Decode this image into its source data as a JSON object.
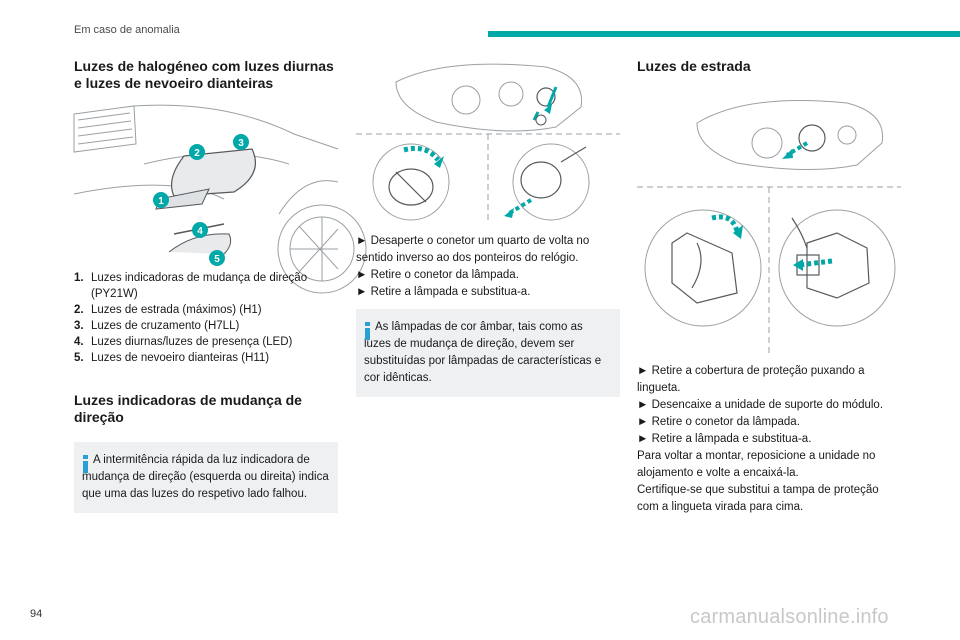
{
  "header": {
    "section_title": "Em caso de anomalia"
  },
  "col1": {
    "heading1": "Luzes de halogéneo com luzes diurnas e luzes de nevoeiro dianteiras",
    "badges": [
      "1",
      "2",
      "3",
      "4",
      "5"
    ],
    "items": [
      {
        "num": "1.",
        "text": "Luzes indicadoras de mudança de direção (PY21W)"
      },
      {
        "num": "2.",
        "text": "Luzes de estrada (máximos) (H1)"
      },
      {
        "num": "3.",
        "text": "Luzes de cruzamento (H7LL)"
      },
      {
        "num": "4.",
        "text": "Luzes diurnas/luzes de presença (LED)"
      },
      {
        "num": "5.",
        "text": "Luzes de nevoeiro dianteiras (H11)"
      }
    ],
    "heading2": "Luzes indicadoras de mudança de direção",
    "note": "A intermitência rápida da luz indicadora de mudança de direção (esquerda ou direita) indica que uma das luzes do respetivo lado falhou."
  },
  "col2": {
    "steps": [
      "► Desaperte o conetor um quarto de volta no sentido inverso ao dos ponteiros do relógio.",
      "► Retire o conetor da lâmpada.",
      "► Retire a lâmpada e substitua-a."
    ],
    "note": "As lâmpadas de cor âmbar, tais como as luzes de mudança de direção, devem ser substituídas por lâmpadas de características e cor idênticas."
  },
  "col3": {
    "heading": "Luzes de estrada",
    "steps": [
      "► Retire a cobertura de proteção puxando a lingueta.",
      "► Desencaixe a unidade de suporte do módulo.",
      "► Retire o conetor da lâmpada.",
      "► Retire a lâmpada e substitua-a.",
      "Para voltar a montar, reposicione a unidade no alojamento e volte a encaixá-la.",
      "Certifique-se que substitui a tampa de proteção com a lingueta virada para cima."
    ]
  },
  "footer": {
    "page_number": "94",
    "watermark": "carmanualsonline.info"
  },
  "colors": {
    "accent_teal": "#00a8a8",
    "info_blue": "#2a9fd6",
    "note_bg": "#eef0f2"
  },
  "icons": [
    "info-icon",
    "arrow-icon"
  ]
}
